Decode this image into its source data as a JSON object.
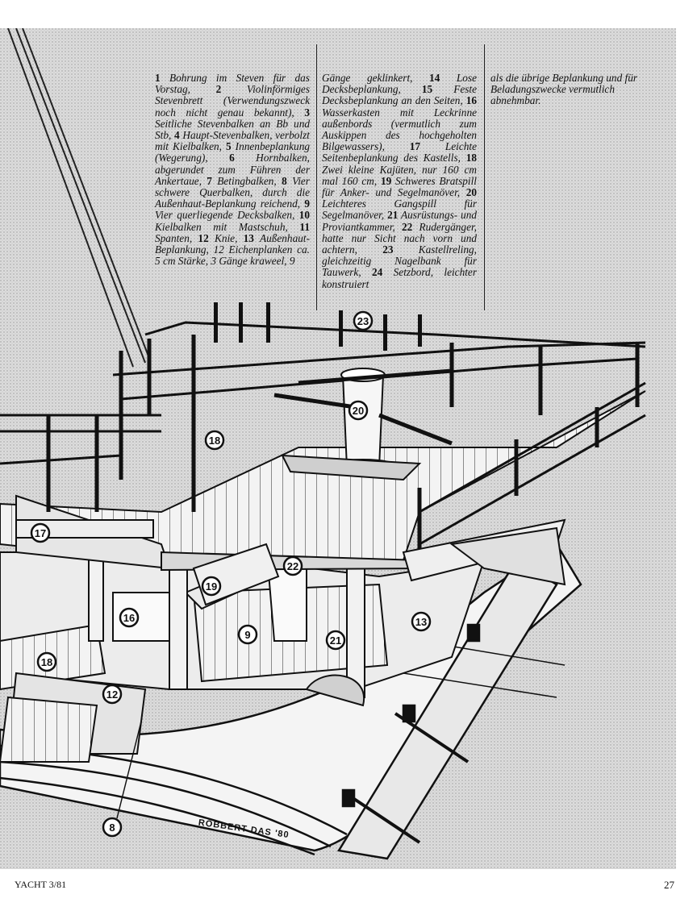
{
  "legend": {
    "columns": [
      [
        {
          "n": "1",
          "t": " Bohrung im Steven für das Vorstag, "
        },
        {
          "n": "2",
          "t": " Violinförmiges Stevenbrett (Verwendungs­zweck noch nicht genau be­kannt), "
        },
        {
          "n": "3",
          "t": " Seitliche Stevenbal­ken an Bb und Stb, "
        },
        {
          "n": "4",
          "t": " Haupt-Stevenbalken, verbolzt mit Kielbalken, "
        },
        {
          "n": "5",
          "t": " Innenbeplan­kung (Wegerung), "
        },
        {
          "n": "6",
          "t": " Horn­balken, abgerundet zum Füh­ren der Ankertaue, "
        },
        {
          "n": "7",
          "t": " Beting­balken, "
        },
        {
          "n": "8",
          "t": " Vier schwere Quer­balken, durch die Außen­haut-Beplankung reichend, "
        },
        {
          "n": "9",
          "t": " Vier querliegende Decksbal­ken, "
        },
        {
          "n": "10",
          "t": " Kielbalken mit Mast­schuh, "
        },
        {
          "n": "11",
          "t": " Spanten, "
        },
        {
          "n": "12",
          "t": " Knie, "
        },
        {
          "n": "13",
          "t": " Außenhaut-Beplankung, 12 Eichenplanken ca. 5 cm Stärke, 3 Gänge kraweel, 9"
        }
      ],
      [
        {
          "n": "",
          "t": "Gänge geklinkert, "
        },
        {
          "n": "14",
          "t": " Lose Decksbeplankung, "
        },
        {
          "n": "15",
          "t": " Feste Decksbeplankung an den Seiten, "
        },
        {
          "n": "16",
          "t": " Wasserkasten mit Leckrinne außenbords (ver­mutlich zum Auskippen des hochgeholten Bilgewassers), "
        },
        {
          "n": "17",
          "t": " Leichte Seitenbeplankung des Kastells, "
        },
        {
          "n": "18",
          "t": " Zwei kleine Kajüten, nur 160 cm mal 160 cm, "
        },
        {
          "n": "19",
          "t": " Schweres Bratspill für Anker- und Segelmanöver, "
        },
        {
          "n": "20",
          "t": " Leichteres Gangspill für Segelmanöver, "
        },
        {
          "n": "21",
          "t": " Ausrü­stungs- und Proviantkammer, "
        },
        {
          "n": "22",
          "t": " Rudergänger, hatte nur Sicht nach vorn und achtern, "
        },
        {
          "n": "23",
          "t": " Kastellreling, gleichzeitig Nagelbank für Tauwerk, "
        },
        {
          "n": "24",
          "t": " Setzbord, leichter konstruiert"
        }
      ],
      [
        {
          "n": "",
          "t": "als die übrige Beplankung und für Beladungszwecke vermutlich abnehmbar."
        }
      ]
    ]
  },
  "callouts": [
    {
      "id": "23",
      "label": "23"
    },
    {
      "id": "20",
      "label": "20"
    },
    {
      "id": "18a",
      "label": "18"
    },
    {
      "id": "17",
      "label": "17"
    },
    {
      "id": "22",
      "label": "22"
    },
    {
      "id": "19",
      "label": "19"
    },
    {
      "id": "16",
      "label": "16"
    },
    {
      "id": "13",
      "label": "13"
    },
    {
      "id": "9",
      "label": "9"
    },
    {
      "id": "21",
      "label": "21"
    },
    {
      "id": "18b",
      "label": "18"
    },
    {
      "id": "12",
      "label": "12"
    },
    {
      "id": "8",
      "label": "8"
    }
  ],
  "signature": "ROBBERT DAS '80",
  "footer": {
    "left": "YACHT 3/81",
    "right": "27"
  }
}
